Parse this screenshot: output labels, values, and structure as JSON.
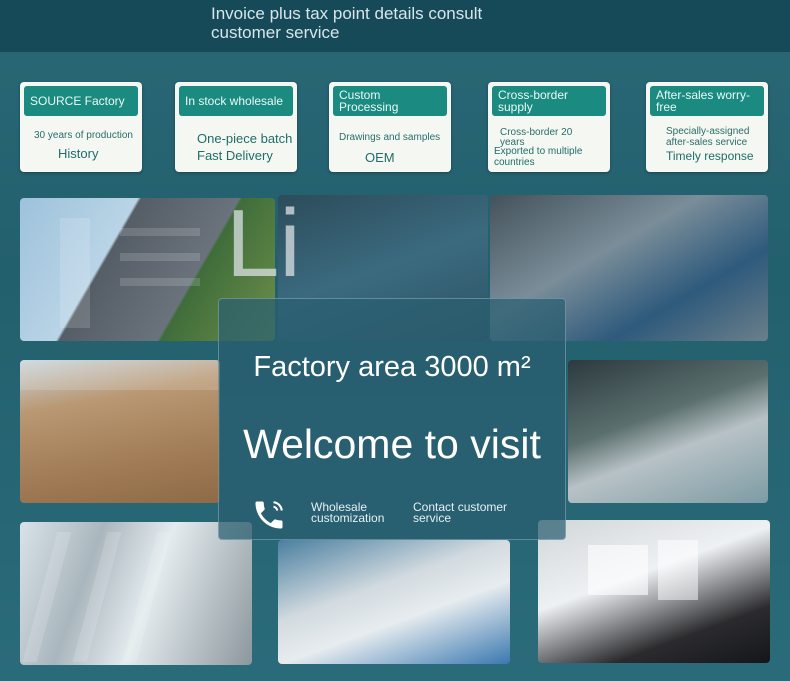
{
  "header": {
    "title": "Invoice plus tax point details consult customer service"
  },
  "cards": [
    {
      "tag": "SOURCE Factory",
      "line1": "30 years of production",
      "line2": "History"
    },
    {
      "tag": "In stock wholesale",
      "line1": "",
      "line2": "One-piece batch Fast Delivery"
    },
    {
      "tag": "Custom Processing",
      "line1": "Drawings and samples",
      "line2": "OEM"
    },
    {
      "tag": "Cross-border supply",
      "line1": "Cross-border 20 years",
      "line2": "Exported to multiple countries"
    },
    {
      "tag": "After-sales worry-free",
      "line1": "Specially-assigned after-sales service",
      "line2": "Timely response"
    }
  ],
  "watermark": "Li",
  "overlay": {
    "factory_area": "Factory area 3000 m²",
    "welcome": "Welcome to visit",
    "link1": "Wholesale customization",
    "link2": "Contact customer service"
  },
  "icons": {
    "phone": "phone-icon"
  },
  "colors": {
    "header_bg": "#174a58",
    "page_bg": "#23606e",
    "tag_bg": "#1b8a80",
    "card_bg": "#f4f7f2"
  }
}
